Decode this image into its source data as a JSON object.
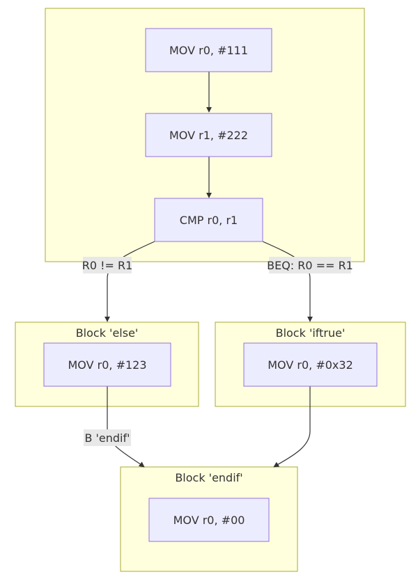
{
  "clusters": {
    "main": {
      "title": ""
    },
    "else": {
      "title": "Block 'else'"
    },
    "iftrue": {
      "title": "Block 'iftrue'"
    },
    "endif": {
      "title": "Block 'endif'"
    }
  },
  "nodes": {
    "mov_r0_111": "MOV r0, #111",
    "mov_r1_222": "MOV r1, #222",
    "cmp_r0_r1": "CMP r0, r1",
    "mov_r0_123": "MOV r0, #123",
    "mov_r0_0x32": "MOV r0, #0x32",
    "mov_r0_00": "MOV r0, #00"
  },
  "edges": {
    "cmp_to_else": "R0 != R1",
    "cmp_to_iftrue": "BEQ: R0 == R1",
    "else_to_endif": "B 'endif'",
    "iftrue_to_endif": ""
  },
  "colors": {
    "cluster_fill": "#ffffde",
    "cluster_stroke": "#aaaa33",
    "node_fill": "#ececff",
    "node_stroke": "#9370db",
    "edge": "#333333",
    "edge_label_bg": "#e8e8e8",
    "text": "#333333"
  }
}
